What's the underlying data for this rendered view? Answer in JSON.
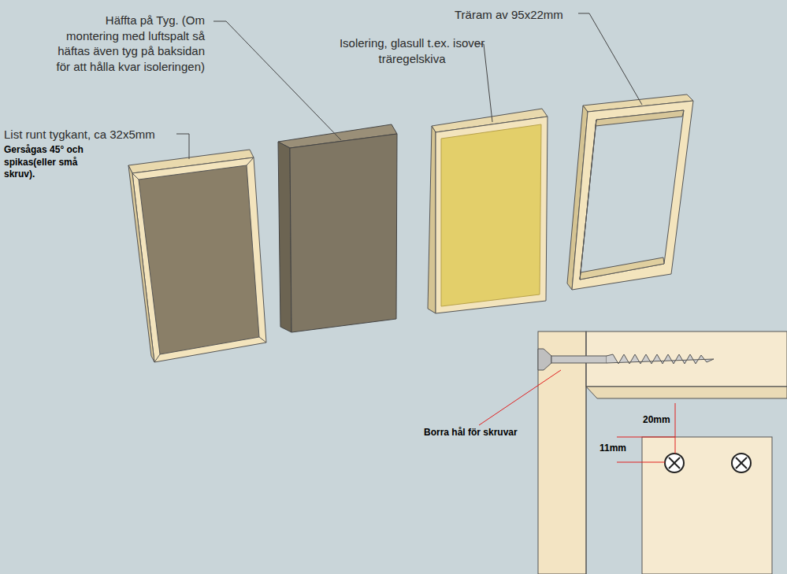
{
  "diagram": {
    "labels": [
      "Häffta på Tyg. (Om montering med luftspalt så häftas även tyg på baksidan för att hålla kvar isoleringen)",
      "Träram av 95x22mm",
      "Isolering, glasull t.ex. isover träregelskiva",
      "List runt tygkant, ca 32x5mm",
      "Gersågas 45° och spikas(eller små skruv).",
      "Borra hål för skruvar",
      "20mm",
      "11mm"
    ]
  }
}
